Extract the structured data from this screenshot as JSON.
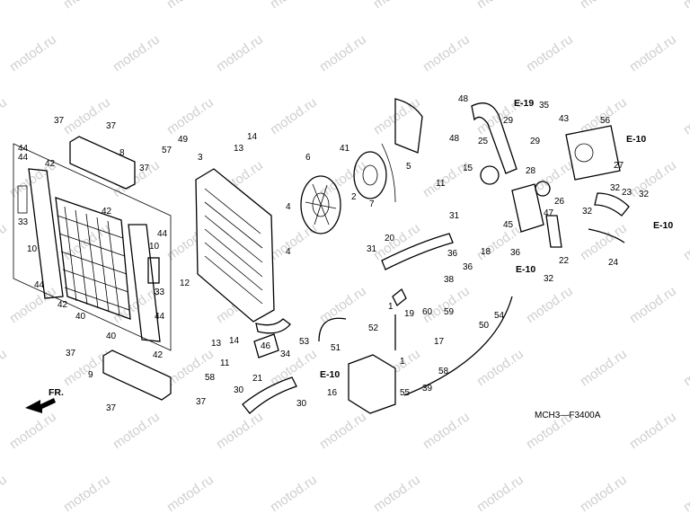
{
  "watermark": "motod.ru",
  "diagram_code": "MCH3—F3400A",
  "front_indicator": "FR.",
  "callouts": {
    "c1": "1",
    "c2": "2",
    "c3": "3",
    "c4": "4",
    "c5": "5",
    "c6": "6",
    "c7": "7",
    "c8": "8",
    "c9": "9",
    "c10": "10",
    "c11": "11",
    "c12": "12",
    "c13": "13",
    "c14": "14",
    "c15": "15",
    "c16": "16",
    "c17": "17",
    "c18": "18",
    "c19": "19",
    "c20": "20",
    "c21": "21",
    "c22": "22",
    "c23": "23",
    "c24": "24",
    "c25": "25",
    "c26": "26",
    "c27": "27",
    "c28": "28",
    "c29": "29",
    "c30": "30",
    "c31": "31",
    "c32": "32",
    "c33": "33",
    "c34": "34",
    "c35": "35",
    "c36": "36",
    "c37": "37",
    "c38": "38",
    "c39": "39",
    "c40": "40",
    "c41": "41",
    "c42": "42",
    "c43": "43",
    "c44": "44",
    "c45": "45",
    "c46": "46",
    "c47": "47",
    "c48": "48",
    "c49": "49",
    "c50": "50",
    "c51": "51",
    "c52": "52",
    "c53": "53",
    "c54": "54",
    "c55": "55",
    "c56": "56",
    "c57": "57",
    "c58": "58",
    "c59": "59",
    "c60": "60"
  },
  "references": {
    "e10": "E-10",
    "e19": "E-19"
  }
}
